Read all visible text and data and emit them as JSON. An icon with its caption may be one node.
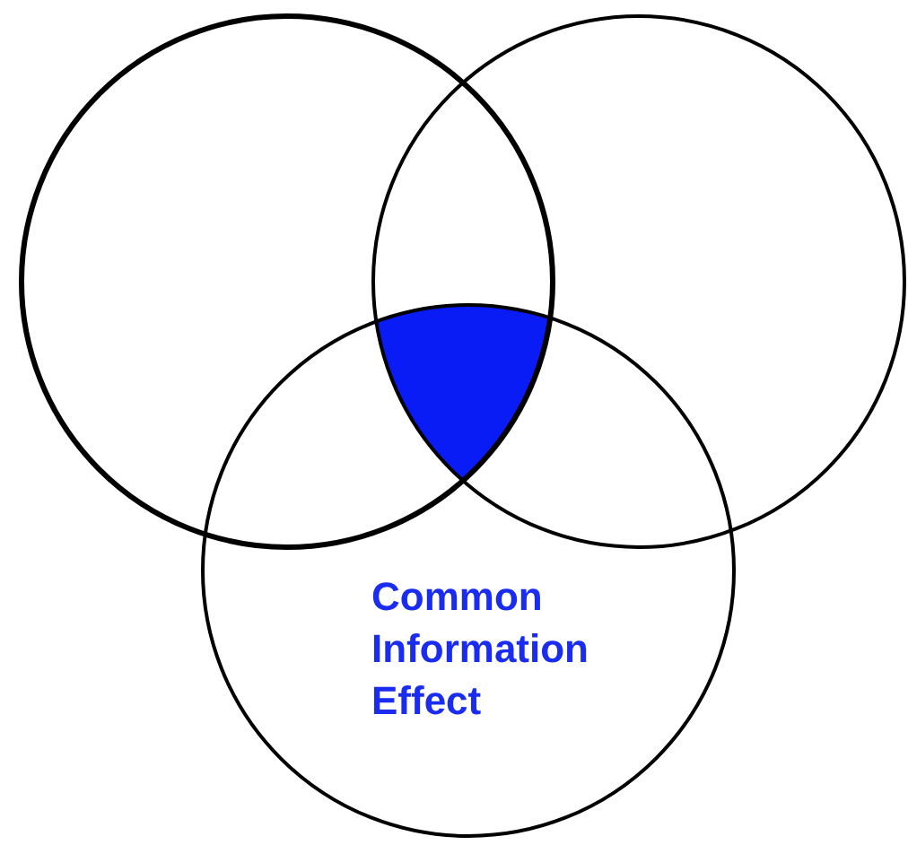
{
  "diagram": {
    "nodes": [
      {
        "text": [],
        "shape": "circle"
      },
      {
        "text": [],
        "shape": "circle"
      },
      {
        "text": [],
        "shape": "circle"
      },
      {
        "text": [],
        "shape": "region"
      }
    ],
    "labels": [
      "Common Information Effect"
    ]
  }
}
